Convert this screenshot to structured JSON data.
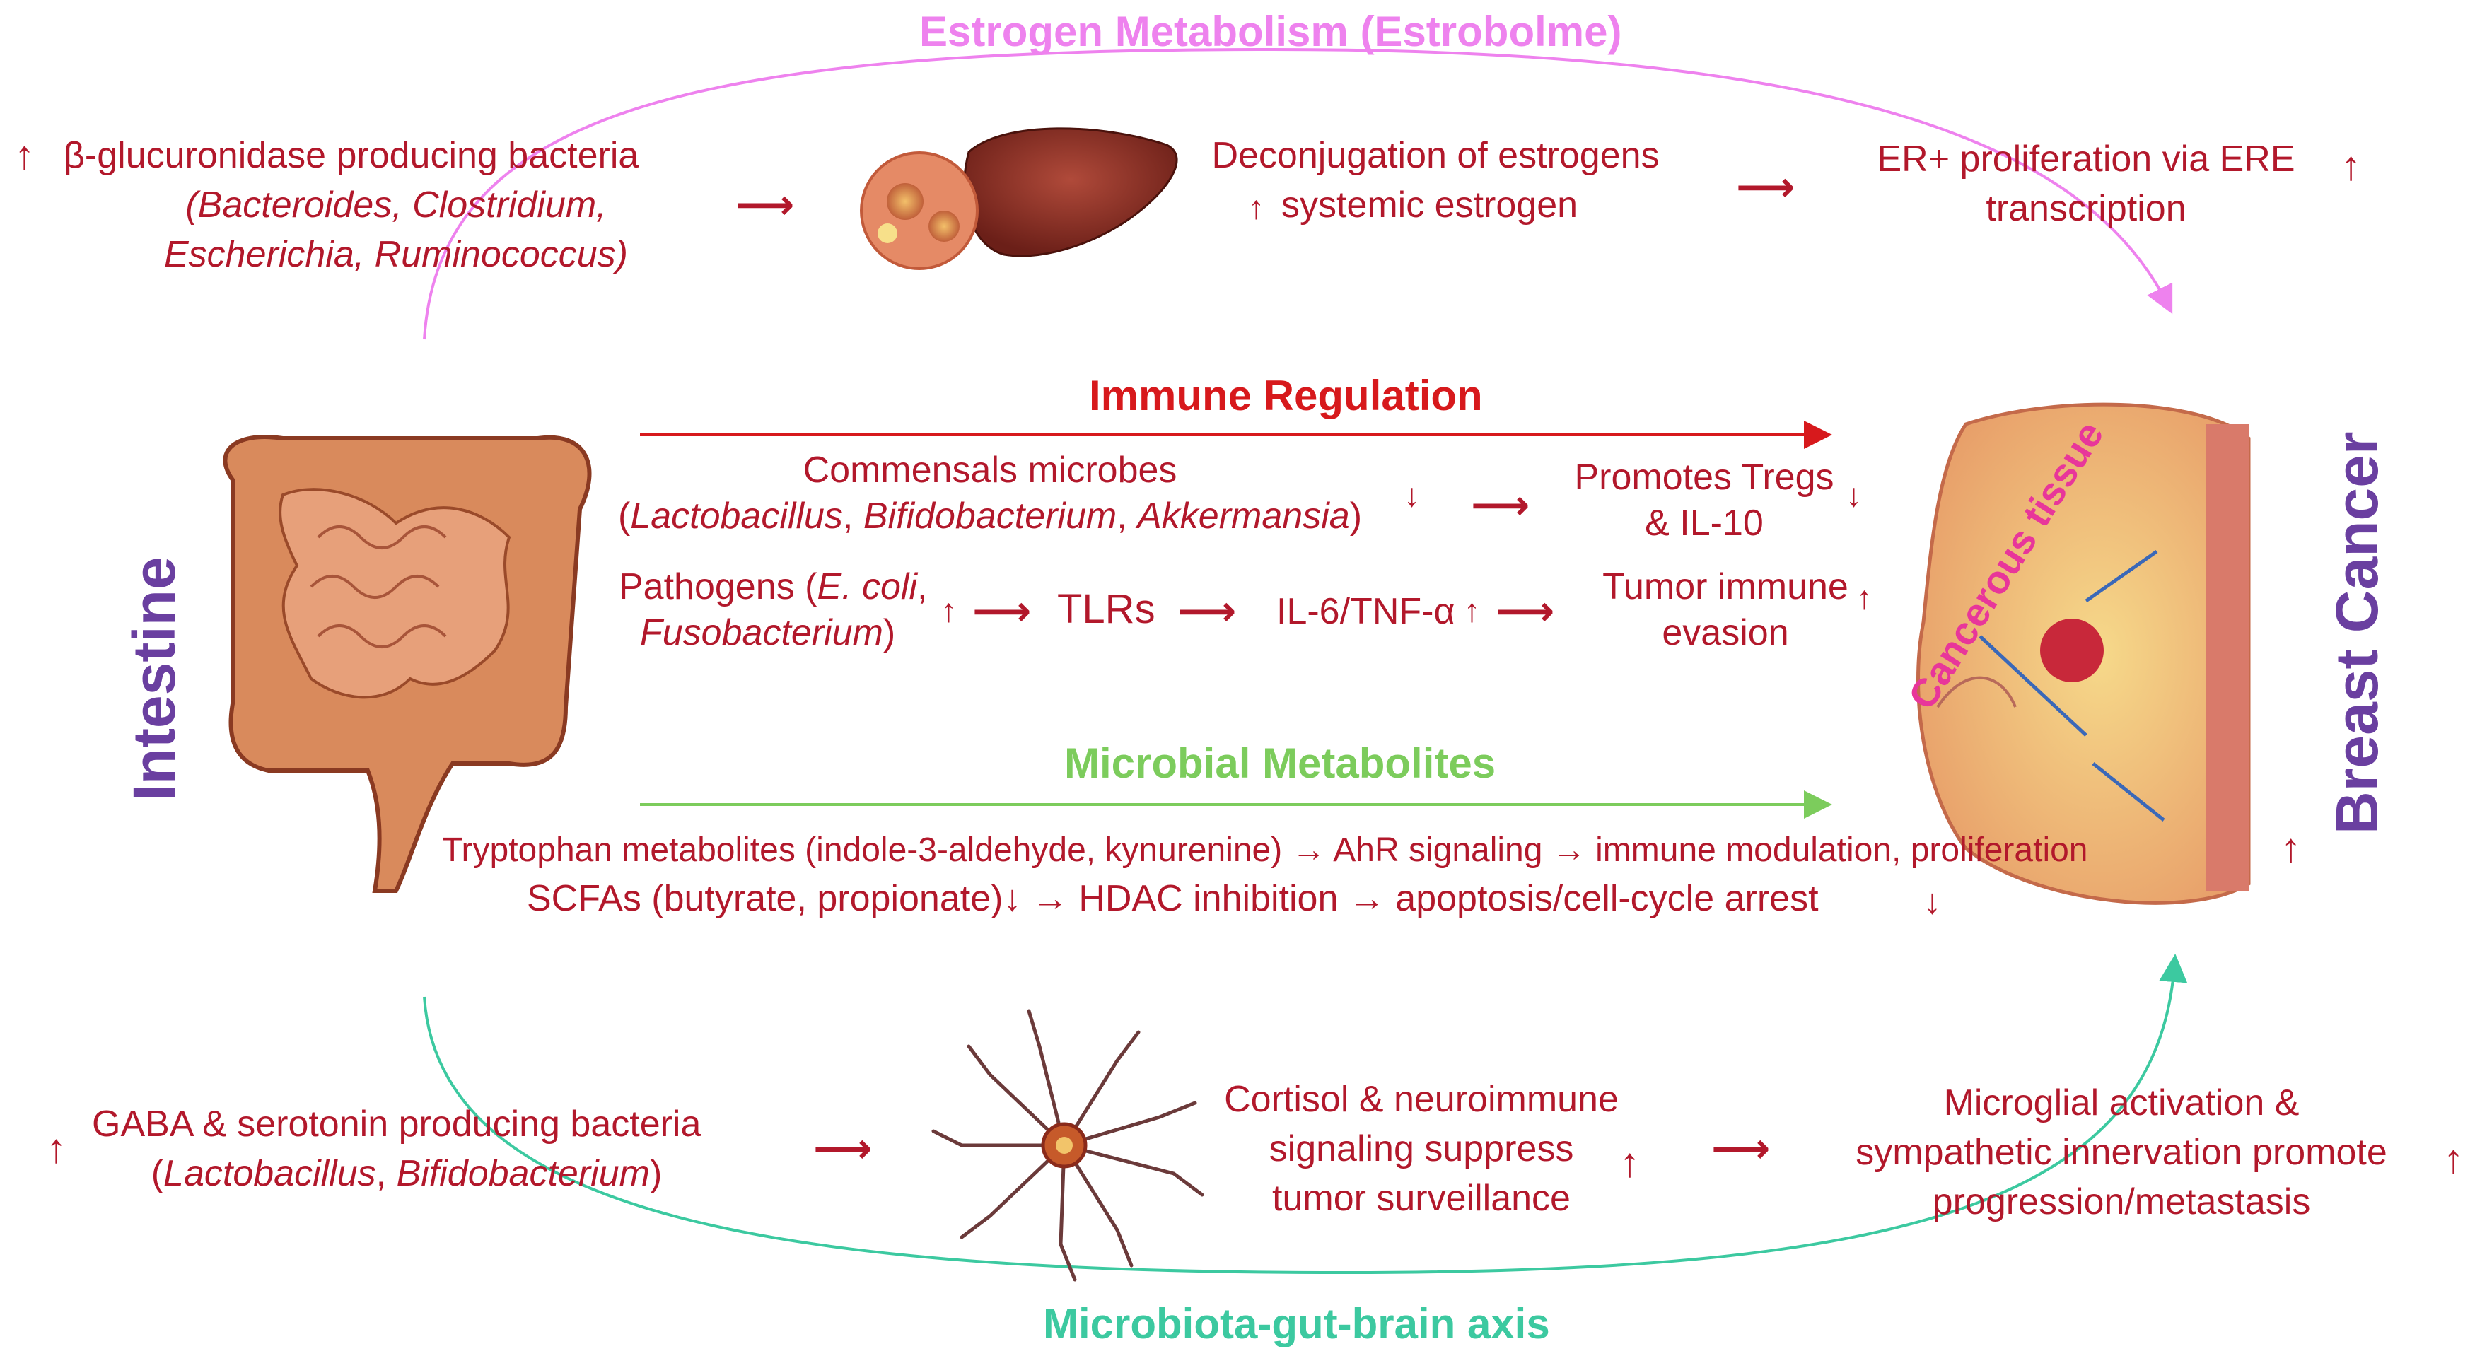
{
  "sections": {
    "estrogen_title": "Estrogen Metabolism (Estrobolme)",
    "immune_title": "Immune Regulation",
    "metabolites_title": "Microbial Metabolites",
    "gutbrain_title": "Microbiota-gut-brain axis"
  },
  "side_labels": {
    "left": "Intestine",
    "right": "Breast Cancer",
    "tissue": "Cancerous tissue"
  },
  "estrogen": {
    "bacteria_line1": "β-glucuronidase producing bacteria",
    "bacteria_line2": "(Bacteroides, Clostridium,",
    "bacteria_line3": "Escherichia, Ruminococcus)",
    "deconj_line1": "Deconjugation of estrogens",
    "deconj_line2": "systemic estrogen",
    "er_line1": "ER+ proliferation via ERE",
    "er_line2": "transcription"
  },
  "immune": {
    "commensals_line1": "Commensals microbes",
    "commensals_line2": "(Lactobacillus, Bifidobacterium, Akkermansia)",
    "tregs_line1": "Promotes Tregs",
    "tregs_line2": "& IL-10",
    "pathogens_line1": "Pathogens (E. coli,",
    "pathogens_line2": "Fusobacterium)",
    "tlrs": "TLRs",
    "il6": "IL-6/TNF-α",
    "evasion_line1": "Tumor immune",
    "evasion_line2": "evasion"
  },
  "metabolites": {
    "tryptophan": "Tryptophan metabolites (indole-3-aldehyde, kynurenine)",
    "ahr": "AhR signaling",
    "immune_mod": "immune modulation, proliferation",
    "scfa": "SCFAs (butyrate, propionate)",
    "hdac": "HDAC inhibition",
    "apoptosis": "apoptosis/cell-cycle arrest"
  },
  "gutbrain": {
    "gaba_line1": "GABA & serotonin producing bacteria",
    "gaba_line2": "(Lactobacillus, Bifidobacterium)",
    "cortisol_line1": "Cortisol & neuroimmune",
    "cortisol_line2": "signaling suppress",
    "cortisol_line3": "tumor surveillance",
    "microglial_line1": "Microglial activation &",
    "microglial_line2": "sympathetic innervation promote",
    "microglial_line3": "progression/metastasis"
  },
  "symbols": {
    "up": "↑",
    "down": "↓",
    "long_arrow": "⟶",
    "small_arrow": "→"
  },
  "colors": {
    "text_red": "#b2182b",
    "estrogen_pink": "#ee82ee",
    "immune_red": "#d7191c",
    "metabolite_green": "#7ccc5c",
    "gutbrain_teal": "#3cc9a0",
    "side_purple": "#6a3fa0",
    "tissue_pink": "#e8369a"
  }
}
